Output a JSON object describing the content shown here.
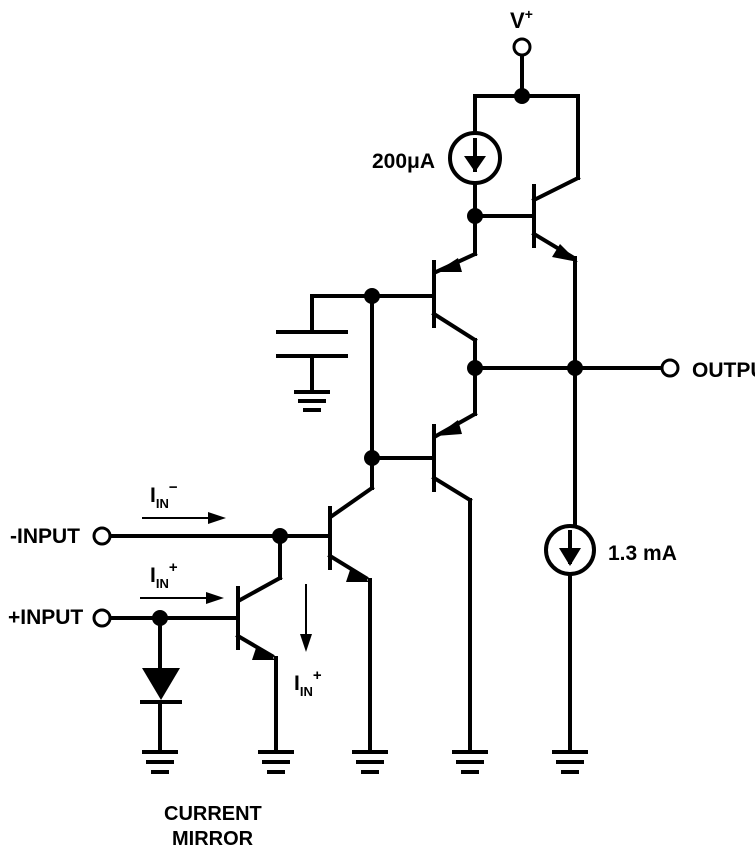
{
  "labels": {
    "supply": "V",
    "supply_sup": "+",
    "source_top": "200μA",
    "source_bottom": "1.3 mA",
    "output": "OUTPUT",
    "inv_input": "-INPUT",
    "noninv_input": "+INPUT",
    "current_main": "I",
    "current_sub": "IN",
    "current_minus": "−",
    "current_plus": "+",
    "mirror_line1": "CURRENT",
    "mirror_line2": "MIRROR"
  },
  "colors": {
    "ink": "#000000",
    "background": "#ffffff"
  }
}
